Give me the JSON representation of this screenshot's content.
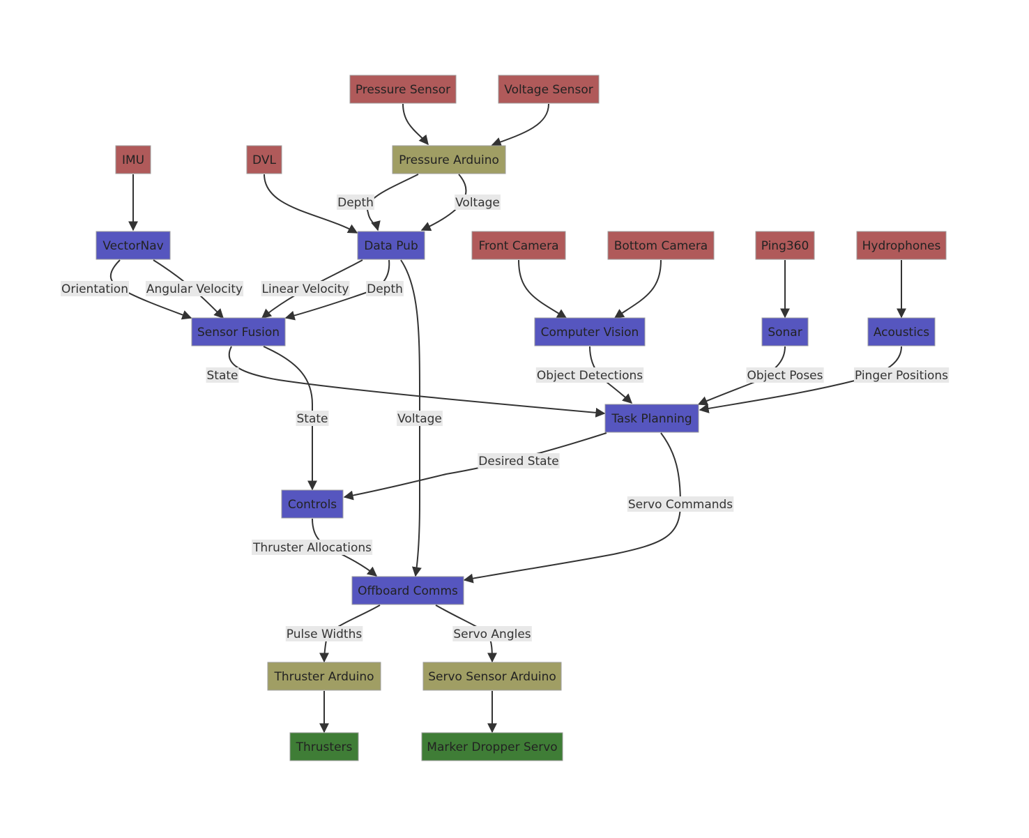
{
  "colors": {
    "hardware": "#b05a5a",
    "microcontroller": "#a09e64",
    "software": "#5656bf",
    "actuator": "#3f7d36",
    "edge": "#333333",
    "label_bg": "#e8e8e8"
  },
  "nodes": {
    "pressure_sensor": {
      "label": "Pressure Sensor",
      "kind": "hardware"
    },
    "voltage_sensor": {
      "label": "Voltage Sensor",
      "kind": "hardware"
    },
    "imu": {
      "label": "IMU",
      "kind": "hardware"
    },
    "dvl": {
      "label": "DVL",
      "kind": "hardware"
    },
    "pressure_arduino": {
      "label": "Pressure Arduino",
      "kind": "microcontroller"
    },
    "vectornav": {
      "label": "VectorNav",
      "kind": "software"
    },
    "data_pub": {
      "label": "Data Pub",
      "kind": "software"
    },
    "front_camera": {
      "label": "Front Camera",
      "kind": "hardware"
    },
    "bottom_camera": {
      "label": "Bottom Camera",
      "kind": "hardware"
    },
    "ping360": {
      "label": "Ping360",
      "kind": "hardware"
    },
    "hydrophones": {
      "label": "Hydrophones",
      "kind": "hardware"
    },
    "sensor_fusion": {
      "label": "Sensor Fusion",
      "kind": "software"
    },
    "computer_vision": {
      "label": "Computer Vision",
      "kind": "software"
    },
    "sonar": {
      "label": "Sonar",
      "kind": "software"
    },
    "acoustics": {
      "label": "Acoustics",
      "kind": "software"
    },
    "task_planning": {
      "label": "Task Planning",
      "kind": "software"
    },
    "controls": {
      "label": "Controls",
      "kind": "software"
    },
    "offboard_comms": {
      "label": "Offboard Comms",
      "kind": "software"
    },
    "thruster_arduino": {
      "label": "Thruster Arduino",
      "kind": "microcontroller"
    },
    "servo_sensor_arduino": {
      "label": "Servo Sensor Arduino",
      "kind": "microcontroller"
    },
    "thrusters": {
      "label": "Thrusters",
      "kind": "actuator"
    },
    "marker_dropper_servo": {
      "label": "Marker Dropper Servo",
      "kind": "actuator"
    }
  },
  "edges": [
    {
      "from": "pressure_sensor",
      "to": "pressure_arduino",
      "label": ""
    },
    {
      "from": "voltage_sensor",
      "to": "pressure_arduino",
      "label": ""
    },
    {
      "from": "imu",
      "to": "vectornav",
      "label": ""
    },
    {
      "from": "dvl",
      "to": "data_pub",
      "label": ""
    },
    {
      "from": "pressure_arduino",
      "to": "data_pub",
      "label": "Depth"
    },
    {
      "from": "pressure_arduino",
      "to": "data_pub",
      "label": "Voltage"
    },
    {
      "from": "vectornav",
      "to": "sensor_fusion",
      "label": "Orientation"
    },
    {
      "from": "vectornav",
      "to": "sensor_fusion",
      "label": "Angular Velocity"
    },
    {
      "from": "data_pub",
      "to": "sensor_fusion",
      "label": "Linear Velocity"
    },
    {
      "from": "data_pub",
      "to": "sensor_fusion",
      "label": "Depth"
    },
    {
      "from": "data_pub",
      "to": "offboard_comms",
      "label": "Voltage"
    },
    {
      "from": "front_camera",
      "to": "computer_vision",
      "label": ""
    },
    {
      "from": "bottom_camera",
      "to": "computer_vision",
      "label": ""
    },
    {
      "from": "ping360",
      "to": "sonar",
      "label": ""
    },
    {
      "from": "hydrophones",
      "to": "acoustics",
      "label": ""
    },
    {
      "from": "sensor_fusion",
      "to": "task_planning",
      "label": "State"
    },
    {
      "from": "sensor_fusion",
      "to": "controls",
      "label": "State"
    },
    {
      "from": "computer_vision",
      "to": "task_planning",
      "label": "Object Detections"
    },
    {
      "from": "sonar",
      "to": "task_planning",
      "label": "Object Poses"
    },
    {
      "from": "acoustics",
      "to": "task_planning",
      "label": "Pinger Positions"
    },
    {
      "from": "task_planning",
      "to": "controls",
      "label": "Desired State"
    },
    {
      "from": "task_planning",
      "to": "offboard_comms",
      "label": "Servo Commands"
    },
    {
      "from": "controls",
      "to": "offboard_comms",
      "label": "Thruster Allocations"
    },
    {
      "from": "offboard_comms",
      "to": "thruster_arduino",
      "label": "Pulse Widths"
    },
    {
      "from": "offboard_comms",
      "to": "servo_sensor_arduino",
      "label": "Servo Angles"
    },
    {
      "from": "thruster_arduino",
      "to": "thrusters",
      "label": ""
    },
    {
      "from": "servo_sensor_arduino",
      "to": "marker_dropper_servo",
      "label": ""
    }
  ]
}
